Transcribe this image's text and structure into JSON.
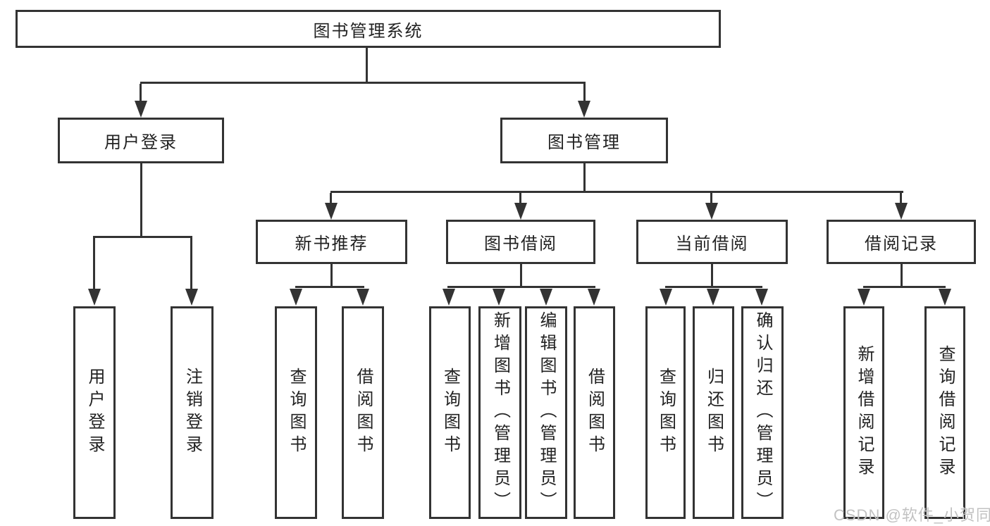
{
  "diagram_type": "hierarchy-tree",
  "tree": {
    "label": "图书管理系统",
    "children": [
      {
        "label": "用户登录",
        "children": [
          {
            "label": "用户登录"
          },
          {
            "label": "注销登录"
          }
        ]
      },
      {
        "label": "图书管理",
        "children": [
          {
            "label": "新书推荐",
            "children": [
              {
                "label": "查询图书"
              },
              {
                "label": "借阅图书"
              }
            ]
          },
          {
            "label": "图书借阅",
            "children": [
              {
                "label": "查询图书"
              },
              {
                "label": "新增图书（管理员）"
              },
              {
                "label": "编辑图书（管理员）"
              },
              {
                "label": "借阅图书"
              }
            ]
          },
          {
            "label": "当前借阅",
            "children": [
              {
                "label": "查询图书"
              },
              {
                "label": "归还图书"
              },
              {
                "label": "确认归还（管理员）"
              }
            ]
          },
          {
            "label": "借阅记录",
            "children": [
              {
                "label": "新增借阅记录"
              },
              {
                "label": "查询借阅记录"
              }
            ]
          }
        ]
      }
    ]
  },
  "watermark": {
    "text": "CSDN @软件_小贺同学"
  },
  "colors": {
    "line": "#333333",
    "box_border": "#333333",
    "box_fill": "#ffffff",
    "text": "#222222",
    "watermark": "#c2c2c2",
    "background": "#ffffff"
  }
}
